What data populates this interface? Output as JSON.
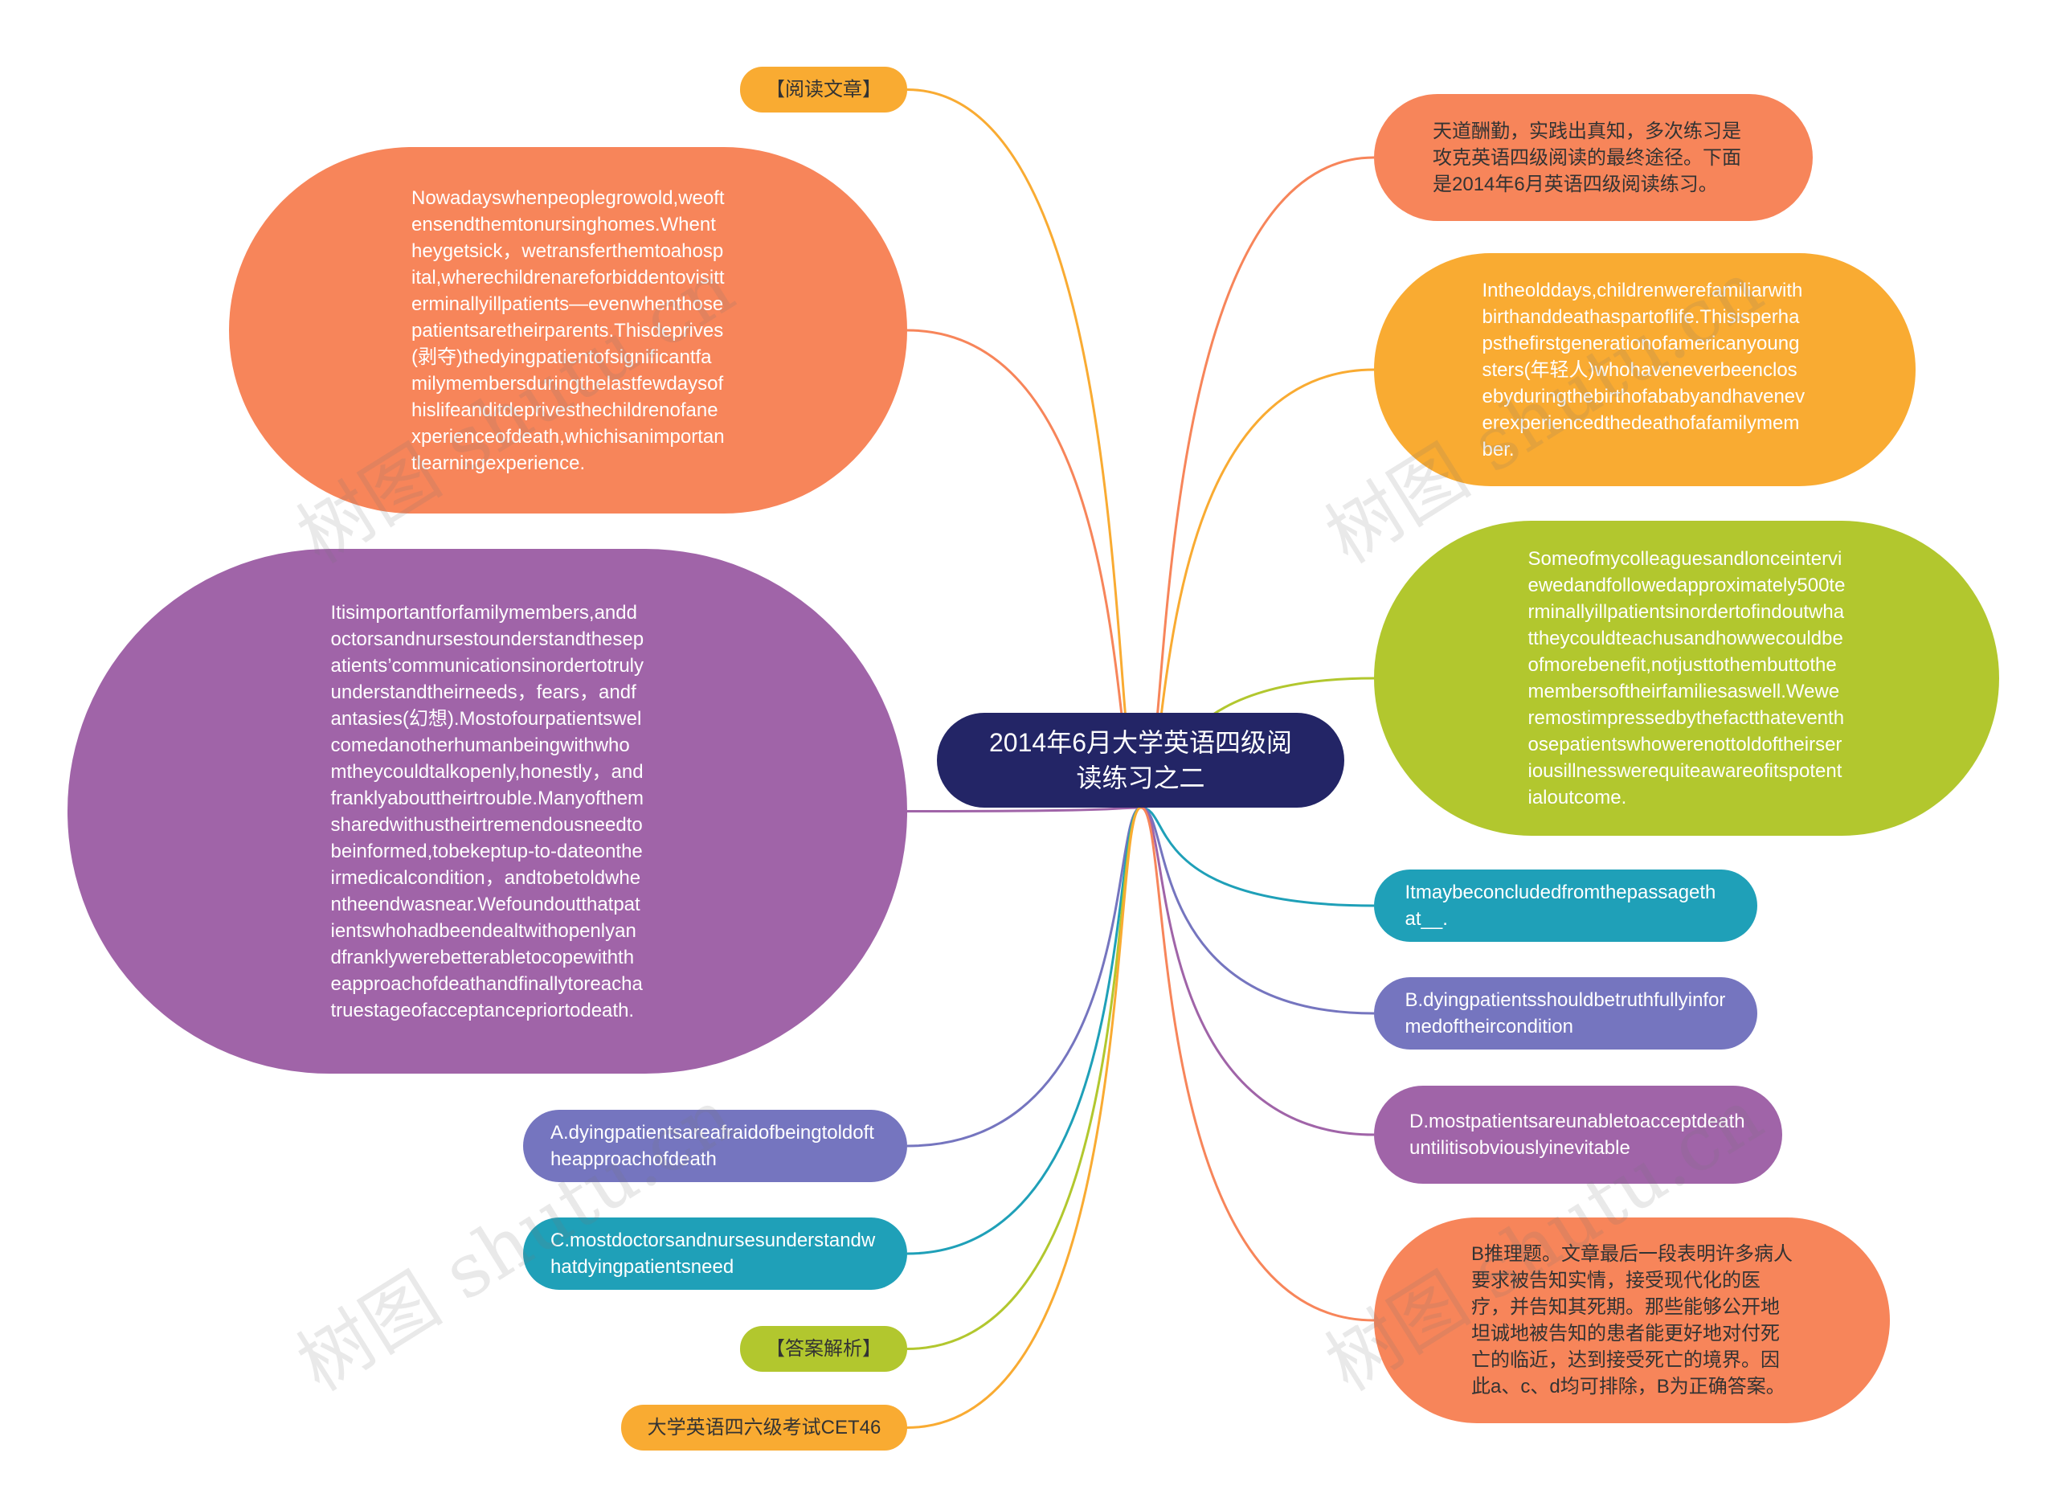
{
  "colors": {
    "center": "#232566",
    "orange": "#f7855a",
    "yellow": "#f9ab32",
    "green": "#b2c72e",
    "teal": "#1fa0b8",
    "indigo": "#7575bf",
    "purple": "#a064a8"
  },
  "center": {
    "text": "2014年6月大学英语四级阅读练习之二"
  },
  "left": [
    {
      "text": "【阅读文章】"
    },
    {
      "text": "Nowadayswhenpeoplegrowold,weoftensendthemtonursinghomes.Whentheygetsick，wetransferthemtoahospital,wherechildrenareforbiddentovisitterminallyillpatients—evenwhenthosepatientsaretheirparents.Thisdeprives(剥夺)thedyingpatientofsignificantfamilymembersduringthelastfewdaysofhislifeanditdeprivesthechildrenofanexperienceofdeath,whichisanimportantlearningexperience."
    },
    {
      "text": "Itisimportantforfamilymembers,anddoctorsandnursestounderstandthesepatients’communicationsinordertotrulyunderstandtheirneeds，fears，andfantasies(幻想).Mostofourpatientswelcomedanotherhumanbeingwithwhomtheycouldtalkopenly,honestly，andfranklyabouttheirtrouble.Manyofthemsharedwithustheirtremendousneedtobeinformed,tobekeptup-to-dateontheirmedicalcondition，andtobetoldwhentheendwasnear.Wefoundoutthatpatientswhohadbeendealtwithopenlyandfranklywerebetterabletocopewiththeapproachofdeathandfinallytoreachatruestageofacceptancepriortodeath."
    },
    {
      "text": "A.dyingpatientsareafraidofbeingtoldoftheapproachofdeath"
    },
    {
      "text": "C.mostdoctorsandnursesunderstandwhatdyingpatientsneed"
    },
    {
      "text": "【答案解析】"
    },
    {
      "text": "大学英语四六级考试CET46"
    }
  ],
  "right": [
    {
      "text": "天道酬勤，实践出真知，多次练习是攻克英语四级阅读的最终途径。下面是2014年6月英语四级阅读练习。"
    },
    {
      "text": "Intheolddays,childrenwerefamiliarwithbirthanddeathaspartoflife.Thisisperhapsthefirstgenerationofamericanyoungsters(年轻人)whohaveneverbeenclosebyduringthebirthofababyandhaveneverexperiencedthedeathofafamilymember."
    },
    {
      "text": "Someofmycolleaguesandlonceinterviewedandfollowedapproximately500terminallyillpatientsinordertofindoutwhattheycouldteachusandhowwecouldbeofmorebenefit,notjusttothembuttothemembersoftheirfamiliesaswell.Weweremostimpressedbythefactthateventhosepatientswhowerenottoldoftheirseriousillnesswerequiteawareofitspotentialoutcome."
    },
    {
      "text": "Itmaybeconcludedfromthepassagethat__."
    },
    {
      "text": "B.dyingpatientsshouldbetruthfullyinformedoftheircondition"
    },
    {
      "text": "D.mostpatientsareunabletoacceptdeathuntilitisobviouslyinevitable"
    },
    {
      "text": "B推理题。文章最后一段表明许多病人要求被告知实情，接受现代化的医疗，并告知其死期。那些能够公开地坦诚地被告知的患者能更好地对付死亡的临近，达到接受死亡的境界。因此a、c、d均可排除，B为正确答案。"
    }
  ],
  "watermarks": [
    "树图 shutu.cn",
    "树图 shutu.cn",
    "树图 shutu.cn",
    "树图 shutu.cn"
  ]
}
